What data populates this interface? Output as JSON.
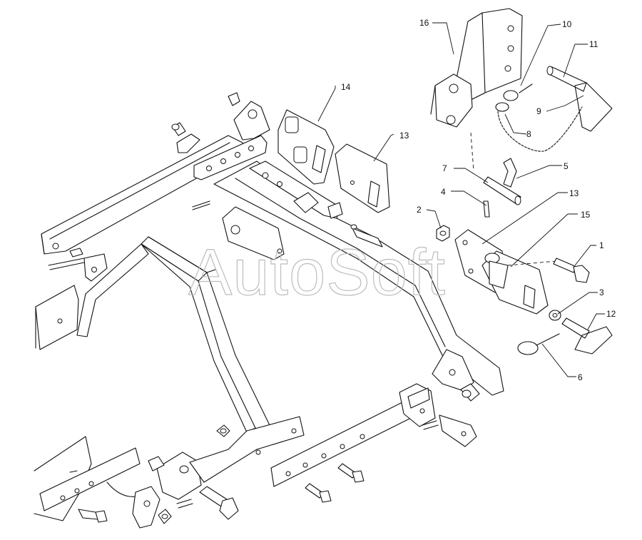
{
  "watermark": "AutoSoft",
  "callouts": {
    "c1": "1",
    "c2": "2",
    "c3": "3",
    "c4": "4",
    "c5": "5",
    "c6": "6",
    "c7": "7",
    "c8": "8",
    "c9": "9",
    "c10": "10",
    "c11": "11",
    "c12": "12",
    "c13a": "13",
    "c13b": "13",
    "c14": "14",
    "c15": "15",
    "c16": "16"
  }
}
